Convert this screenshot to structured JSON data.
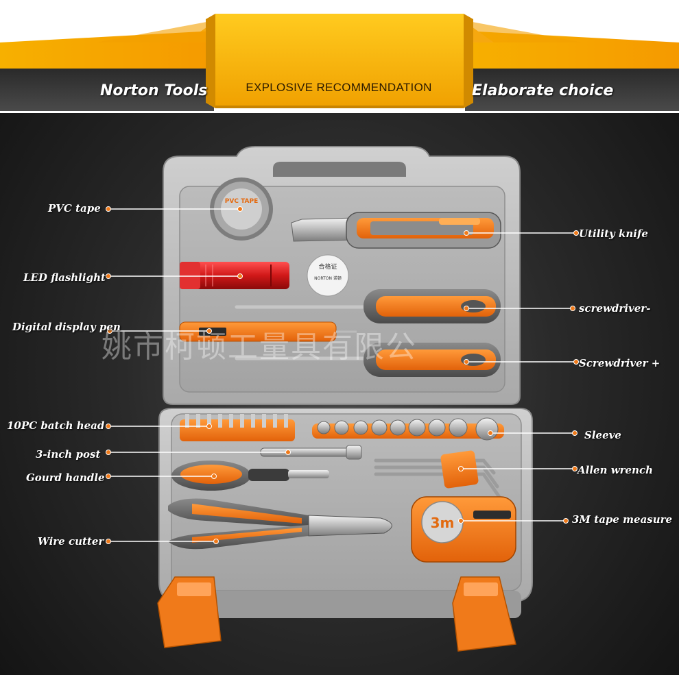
{
  "banner": {
    "title": "EXPLOSIVE RECOMMENDATION",
    "left_text": "Norton Tools",
    "right_text": "Elaborate choice"
  },
  "labels": {
    "pvc_tape": "PVC tape",
    "led_flashlight": "LED flashlight",
    "digital_display_pen": "Digital display pen",
    "batch_head": "10PC batch head",
    "post_3inch": "3-inch post",
    "gourd_handle": "Gourd handle",
    "wire_cutter": "Wire cutter",
    "utility_knife": "Utility knife",
    "screwdriver_minus": "screwdriver-",
    "screwdriver_plus": "Screwdriver +",
    "sleeve": "Sleeve",
    "allen_wrench": "Allen wrench",
    "tape_measure": "3M tape measure"
  },
  "product_text": {
    "tape_roll": "PVC TAPE",
    "tape_measure_face": "3m",
    "qc_sticker_top": "合格证",
    "qc_sticker_brand": "NORTON 诺顿"
  },
  "watermark": "姚市柯顿工量具有限公",
  "colors": {
    "accent_orange": "#f07a1a",
    "banner_yellow": "#f6b40d",
    "case_gray": "#b8b8b8"
  }
}
